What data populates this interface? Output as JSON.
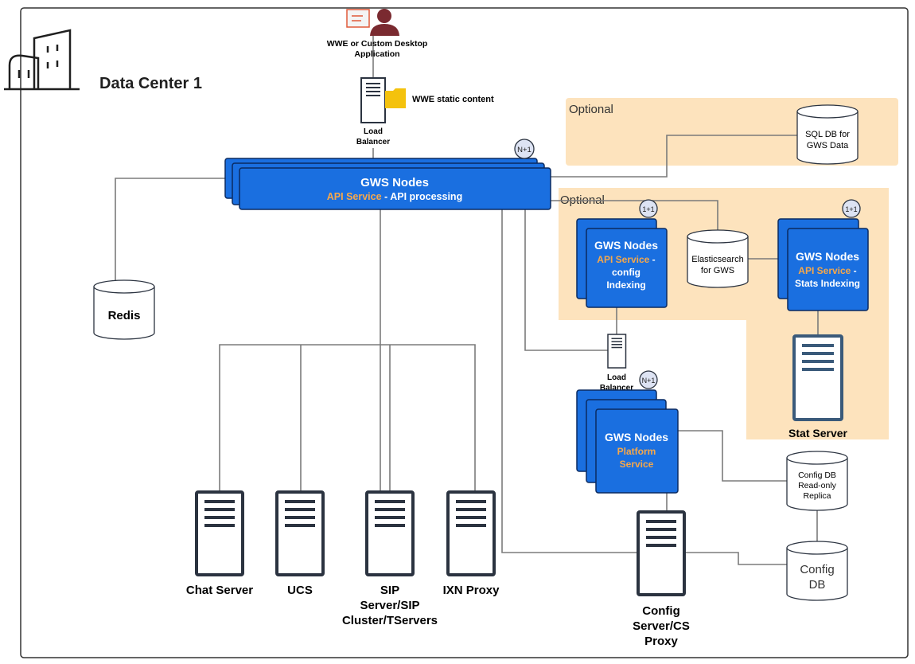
{
  "title": "Data Center 1",
  "optional_label": "Optional",
  "n_plus_1": "N+1",
  "one_plus_1": "1+1",
  "client": {
    "line1": "WWE or Custom Desktop",
    "line2": "Application"
  },
  "static_content": "WWE static content",
  "load_balancer": {
    "line1": "Load",
    "line2": "Balancer"
  },
  "gws_main": {
    "title": "GWS Nodes",
    "service": "API Service",
    "suffix": " - API processing"
  },
  "gws_config": {
    "title": "GWS Nodes",
    "service": "API Service",
    "dash": " -",
    "line3": "config",
    "line4": "Indexing"
  },
  "gws_stats": {
    "title": "GWS Nodes",
    "service": "API Service",
    "dash": " -",
    "line3": "Stats Indexing"
  },
  "gws_platform": {
    "title": "GWS Nodes",
    "service1": "Platform",
    "service2": "Service"
  },
  "sql_db": {
    "line1": "SQL DB for",
    "line2": "GWS Data"
  },
  "elasticsearch": {
    "line1": "Elasticsearch",
    "line2": "for GWS"
  },
  "redis": "Redis",
  "stat_server": "Stat Server",
  "config_db_replica": {
    "line1": "Config DB",
    "line2": "Read-only",
    "line3": "Replica"
  },
  "config_db": {
    "line1": "Config",
    "line2": "DB"
  },
  "chat_server": "Chat Server",
  "ucs": "UCS",
  "sip": {
    "line1": "SIP",
    "line2": "Server/SIP",
    "line3": "Cluster/TServers"
  },
  "ixn_proxy": "IXN Proxy",
  "config_server": {
    "line1": "Config",
    "line2": "Server/CS",
    "line3": "Proxy"
  },
  "colors": {
    "gws_blue": "#1a6fe0",
    "service_orange": "#f7a84a",
    "optional_fill": "#fde3bd",
    "server_dark": "#2b3340"
  }
}
